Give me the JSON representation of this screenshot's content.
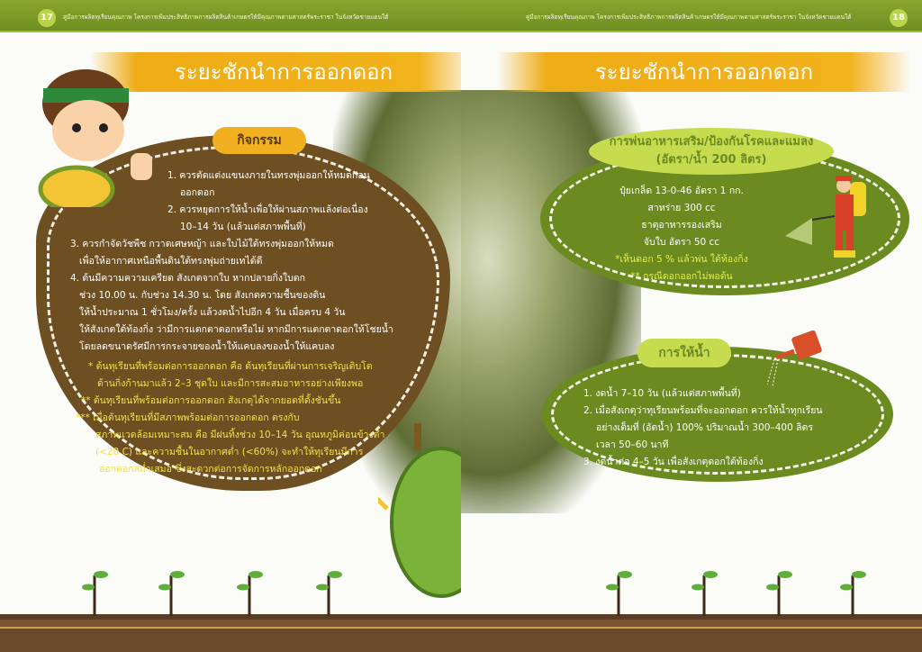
{
  "header": {
    "running_title": "คู่มือการผลิตทุเรียนคุณภาพ โครงการเพิ่มประสิทธิภาพการผลิตสินค้าเกษตรให้มีคุณภาพตามศาสตร์พระราชา ในจังหวัดชายแดนใต้",
    "left_page_number": "17",
    "right_page_number": "18"
  },
  "left": {
    "title": "ระยะชักนำการออกดอก",
    "section_label": "กิจกรรม",
    "lines": [
      "1. ควรตัดแต่งแขนงภายในทรงพุ่มออกให้หมดก่อน",
      "ออกดอก",
      "2. ควรหยุดการให้น้ำเพื่อให้ผ่านสภาพแล้งต่อเนื่อง",
      "10–14 วัน (แล้วแต่สภาพพื้นที่)",
      "3. ควรกำจัดวัชพืช กวาดเศษหญ้า และใบไม้ใต้ทรงพุ่มออกให้หมด",
      "เพื่อให้อากาศเหนือพื้นดินใต้ทรงพุ่มถ่ายเทได้ดี",
      "4. ต้นมีความความเครียด สังเกตจากใบ หากปลายกิ่งใบตก",
      "ช่วง 10.00 น. กับช่วง 14.30 น. โดย สังเกตความชื้นของดิน",
      "ให้น้ำประมาณ 1 ชั่วโมง/ครั้ง แล้วงดน้ำไปอีก 4 วัน เมื่อครบ 4 วัน",
      "ให้สังเกตใต้ท้องกิ่ง ว่ามีการแตกตาดอกหรือไม่ หากมีการแตกตาดอกให้โชยน้ำ",
      "โดยลดขนาดรัศมีการกระจายของน้ำให้แคบลงของน้ำให้แคบลง"
    ],
    "notes": [
      "* ต้นทุเรียนที่พร้อมต่อการออกดอก คือ ต้นทุเรียนที่ผ่านการเจริญเติบโต",
      "ด้านกิ่งก้านมาแล้ว 2–3 ชุดใบ และมีการสะสมอาหารอย่างเพียงพอ",
      "** ต้นทุเรียนที่พร้อมต่อการออกดอก สังเกตุได้จากยอดที่ตั้งชันขึ้น",
      "*** เมื่อต้นทุเรียนที่มีสภาพพร้อมต่อการออกดอก ตรงกับ",
      "สภาพแวดล้อมเหมาะสม คือ มีฝนทิ้งช่วง 10–14 วัน อุณหภูมิค่อนข้างต่ำ",
      "(<20 C) และความชื้นในอากาศต่ำ (<60%) จะทำให้ทุเรียนมีการ",
      "ออกดอกสม่ำเสมอ ซึ่งสะดวกต่อการจัดการหลักออกดอก"
    ]
  },
  "right": {
    "title": "ระยะชักนำการออกดอก",
    "spray": {
      "heading1": "การพ่นอาหารเสริม/ป้องกันโรคและแมลง",
      "heading2": "(อัตรา/น้ำ 200 ลิตร)",
      "lines": [
        "ปุ๋ยเกล็ด 13-0-46 อัตรา 1 กก.",
        "สาหร่าย 300 cc",
        "ธาตุอาหารรองเสริม",
        "จับใบ อัตรา 50 cc"
      ],
      "notes": [
        "*เห็นดอก 5 % แล้วพ่น ใต้ท้องกิ่ง",
        "** กรณีดอกออกไม่พอต้น"
      ]
    },
    "water": {
      "heading": "การให้น้ำ",
      "lines": [
        "1. งดน้ำ 7–10 วัน (แล้วแต่สภาพพื้นที่)",
        "2. เมื่อสังเกตุว่าทุเรียนพร้อมที่จะออกดอก ควรให้น้ำทุกเรียน",
        "อย่างเต็มที่ (อัดน้ำ) 100% ปริมาณน้ำ 300–400 ลิตร",
        "เวลา 50–60 นาที",
        "3. งดน้ำต่อ 4–5 วัน เพื่อสังเกตุดอกใต้ท้องกิ่ง"
      ]
    }
  },
  "colors": {
    "header_green": "#7a9a28",
    "title_orange": "#f0ae18",
    "brown": "#6e4f22",
    "olive": "#6b8a20",
    "lime": "#c6dc4e",
    "note_yellow": "#f5e04a"
  }
}
